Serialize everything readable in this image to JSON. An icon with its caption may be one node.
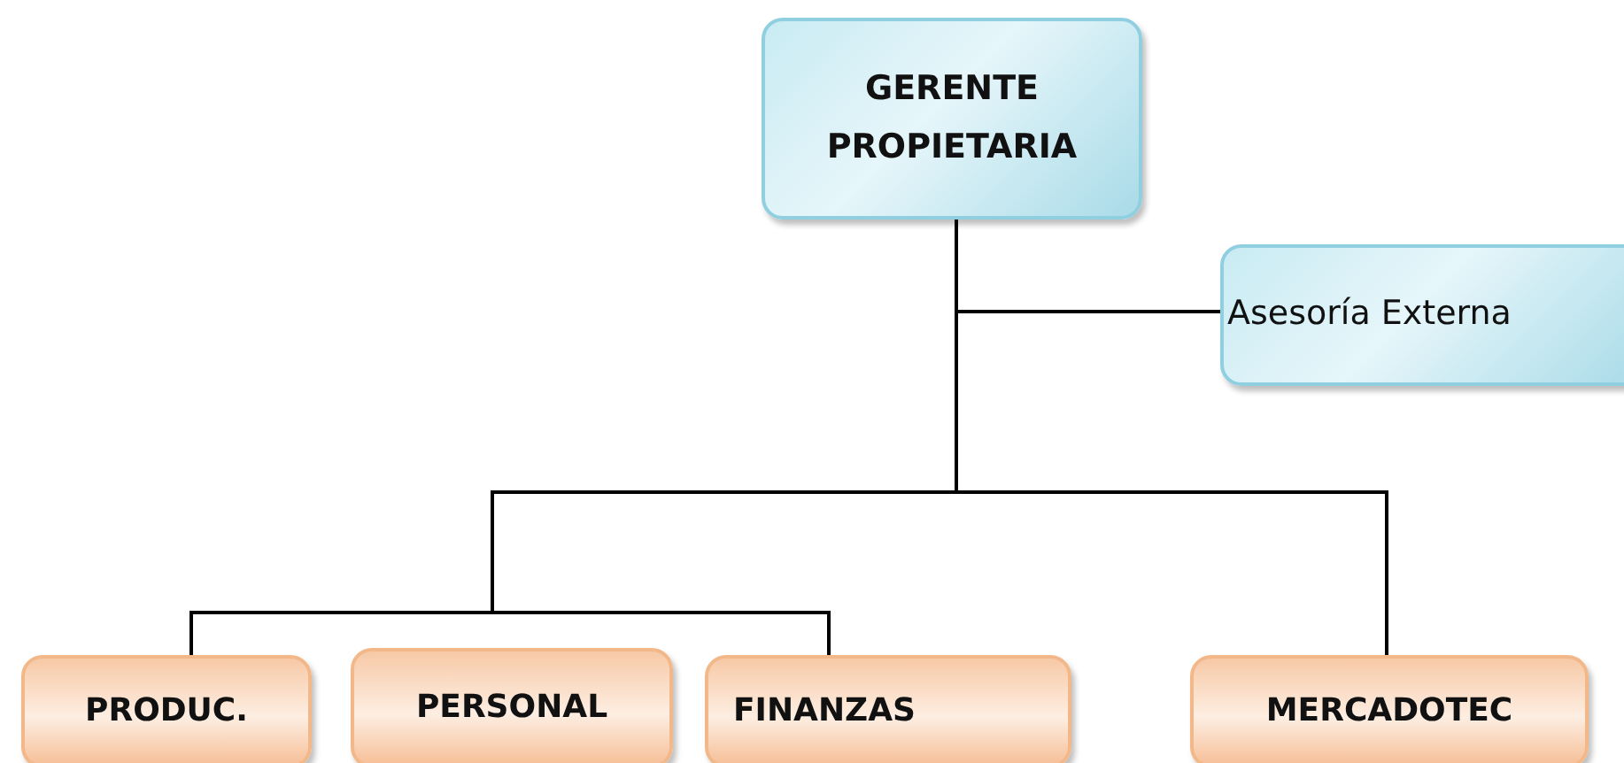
{
  "diagram": {
    "nodes": [
      {
        "text": [
          "GERENTE PROPIETARIA"
        ]
      },
      {
        "text": [
          "Asesoría Externa"
        ]
      },
      {
        "text": [
          "PRODUC."
        ]
      },
      {
        "text": [
          "PERSONAL"
        ]
      },
      {
        "text": [
          "FINANZAS"
        ]
      },
      {
        "text": [
          "MERCADOTEC"
        ]
      }
    ],
    "edges": [
      {
        "from": 0,
        "to": 1,
        "arrow": "none"
      },
      {
        "from": 0,
        "to": 2,
        "arrow": "none"
      },
      {
        "from": 0,
        "to": 4,
        "arrow": "none"
      },
      {
        "from": 0,
        "to": 5,
        "arrow": "none"
      }
    ]
  }
}
